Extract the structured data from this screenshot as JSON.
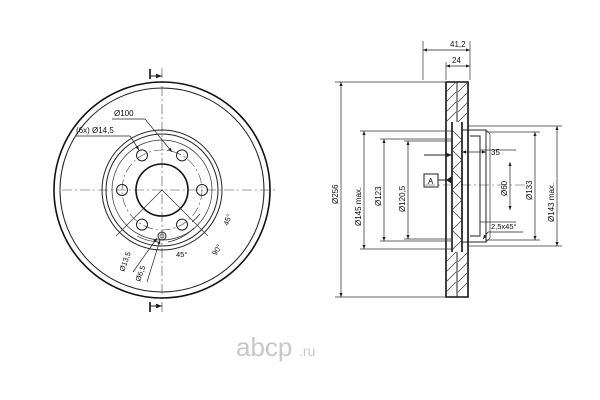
{
  "front_view": {
    "pcd_label": "Ø100",
    "holes_label": "(6x) Ø14,5",
    "hole1_label": "Ø13,5",
    "hole2_label": "Ø6,5",
    "angle_a": "45°",
    "angle_b": "90°",
    "angle_c": "45°"
  },
  "side_view": {
    "width_total": "41,2",
    "width_disc": "24",
    "dia_outer": "Ø256",
    "dia_145": "Ø145 max.",
    "dia_123": "Ø123",
    "dia_120": "Ø120,5",
    "datum": "A",
    "hub_35": "35",
    "dia_60": "Ø60",
    "chamfer": "2,5x45°",
    "dia_133": "Ø133",
    "dia_143": "Ø143 max."
  },
  "watermark": {
    "brand": "abcp",
    "domain": ".ru"
  }
}
